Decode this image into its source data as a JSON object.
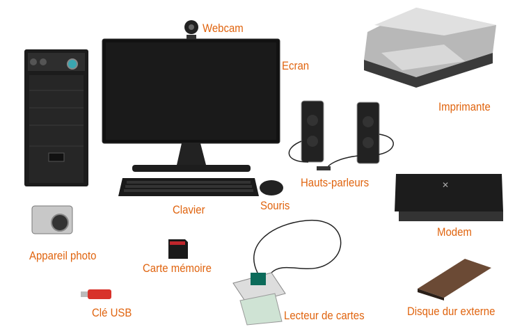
{
  "accent_color": "#e0640f",
  "labels": {
    "webcam": "Webcam",
    "ecran": "Ecran",
    "imprimante": "Imprimante",
    "hauts_parleurs": "Hauts-parleurs",
    "clavier": "Clavier",
    "souris": "Souris",
    "modem": "Modem",
    "appareil_photo": "Appareil photo",
    "carte_memoire": "Carte mémoire",
    "cle_usb": "Clé USB",
    "lecteur_de_cartes": "Lecteur de cartes",
    "disque_dur_externe": "Disque dur externe"
  }
}
